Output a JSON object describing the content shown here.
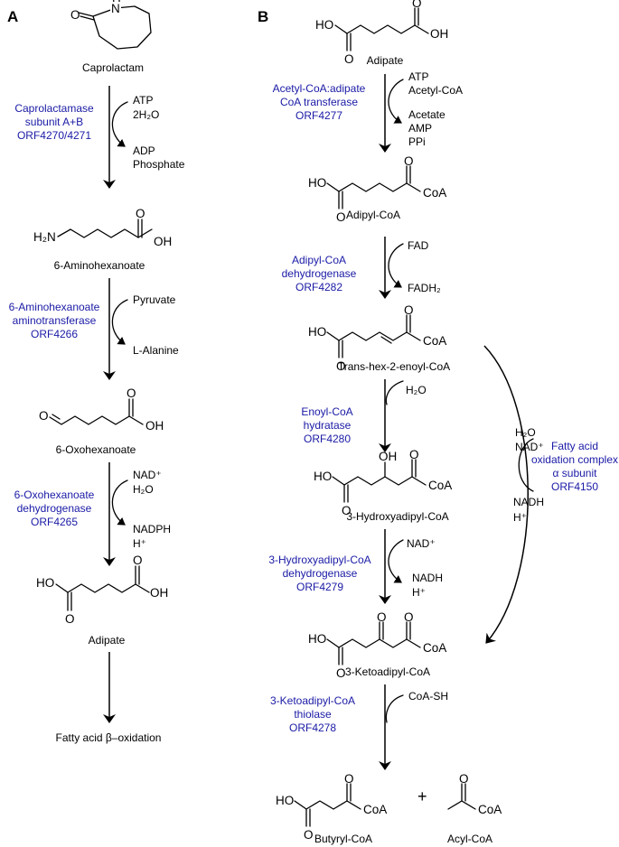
{
  "panel_a": {
    "label": "A",
    "compounds": {
      "caprolactam": "Caprolactam",
      "aminohexanoate": "6-Aminohexanoate",
      "oxohexanoate": "6-Oxohexanoate",
      "adipate": "Adipate",
      "end": "Fatty acid β–oxidation"
    },
    "steps": [
      {
        "enzyme": [
          "Caprolactamase",
          "subunit A+B",
          "ORF4270/4271"
        ],
        "cofactors_in": [
          "ATP",
          "2H₂O"
        ],
        "cofactors_out": [
          "ADP",
          "Phosphate"
        ]
      },
      {
        "enzyme": [
          "6-Aminohexanoate",
          "aminotransferase",
          "ORF4266"
        ],
        "cofactors_in": [
          "Pyruvate"
        ],
        "cofactors_out": [
          "L-Alanine"
        ]
      },
      {
        "enzyme": [
          "6-Oxohexanoate",
          "dehydrogenase",
          "ORF4265"
        ],
        "cofactors_in": [
          "NAD⁺",
          "H₂O"
        ],
        "cofactors_out": [
          "NADPH",
          "H⁺"
        ]
      }
    ]
  },
  "panel_b": {
    "label": "B",
    "compounds": {
      "adipate": "Adipate",
      "adipyl_coa": "Adipyl-CoA",
      "transhex": "Trans-hex-2-enoyl-CoA",
      "hydroxyadipyl": "3-Hydroxyadipyl-CoA",
      "ketoadipyl": "3-Ketoadipyl-CoA",
      "butyryl": "Butyryl-CoA",
      "acyl": "Acyl-CoA"
    },
    "steps": [
      {
        "enzyme": [
          "Acetyl-CoA:adipate",
          "CoA transferase",
          "ORF4277"
        ],
        "cofactors_in": [
          "ATP",
          "Acetyl-CoA"
        ],
        "cofactors_out": [
          "Acetate",
          "AMP",
          "PPi"
        ]
      },
      {
        "enzyme": [
          "Adipyl-CoA",
          "dehydrogenase",
          "ORF4282"
        ],
        "cofactors_in": [
          "FAD"
        ],
        "cofactors_out": [
          "FADH₂"
        ]
      },
      {
        "enzyme": [
          "Enoyl-CoA",
          "hydratase",
          "ORF4280"
        ],
        "cofactors_in": [
          "H₂O"
        ],
        "cofactors_out": []
      },
      {
        "enzyme": [
          "3-Hydroxyadipyl-CoA",
          "dehydrogenase",
          "ORF4279"
        ],
        "cofactors_in": [
          "NAD⁺"
        ],
        "cofactors_out": [
          "NADH",
          "H⁺"
        ]
      },
      {
        "enzyme": [
          "3-Ketoadipyl-CoA",
          "thiolase",
          "ORF4278"
        ],
        "cofactors_in": [
          "CoA-SH"
        ],
        "cofactors_out": []
      }
    ],
    "side_path": {
      "enzyme": [
        "Fatty acid",
        "oxidation complex",
        "α subunit",
        "ORF4150"
      ],
      "cofactors_in": [
        "H₂O",
        "NAD⁺"
      ],
      "cofactors_out": [
        "NADH",
        "H⁺"
      ]
    },
    "plus": "+"
  },
  "atoms": {
    "HO": "HO",
    "OH": "OH",
    "O": "O",
    "H": "H",
    "N": "N",
    "CoA": "CoA",
    "H2N": "H₂N"
  },
  "colors": {
    "enzyme": "#1a1aa6",
    "text": "#000000",
    "background": "#ffffff"
  }
}
